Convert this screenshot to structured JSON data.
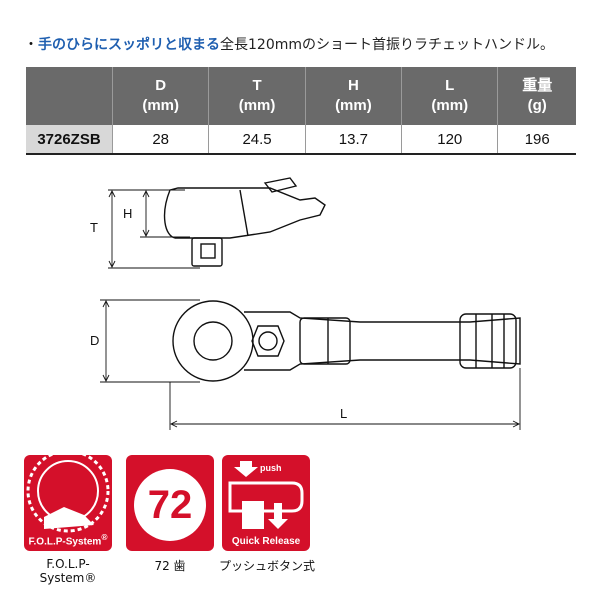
{
  "headline": {
    "bullet": "・",
    "highlight": "手のひらにスッポリと収まる",
    "rest": "全長120mmのショート首振りラチェットハンドル。"
  },
  "spec_table": {
    "headers": [
      {
        "name": "D",
        "unit": "(mm)"
      },
      {
        "name": "T",
        "unit": "(mm)"
      },
      {
        "name": "H",
        "unit": "(mm)"
      },
      {
        "name": "L",
        "unit": "(mm)"
      },
      {
        "name": "重量",
        "unit": "(g)"
      }
    ],
    "rows": [
      {
        "model": "3726ZSB",
        "values": [
          "28",
          "24.5",
          "13.7",
          "120",
          "196"
        ]
      }
    ]
  },
  "drawing": {
    "dim_T": "T",
    "dim_H": "H",
    "dim_D": "D",
    "dim_L": "L"
  },
  "badges": {
    "folp_label": "F.O.L.P-System",
    "folp_reg": "®",
    "teeth_number": "72",
    "release_push": "push",
    "release_label": "Quick Release"
  },
  "captions": {
    "folp": "F.O.L.P-System®",
    "teeth": "72 歯",
    "release": "プッシュボタン式"
  }
}
